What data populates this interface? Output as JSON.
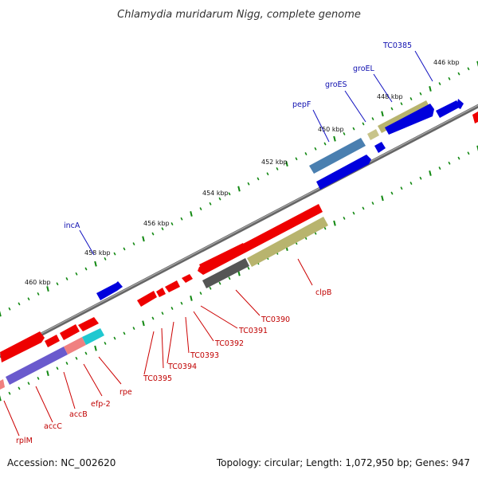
{
  "title": "Chlamydia muridarum Nigg, complete genome",
  "accession": "Accession: NC_002620",
  "summary": "Topology: circular; Length: 1,072,950 bp; Genes: 947",
  "kbp_ticks": [
    "446 kbp",
    "448 kbp",
    "450 kbp",
    "452 kbp",
    "454 kbp",
    "456 kbp",
    "458 kbp",
    "460 kbp"
  ],
  "forward_genes": [
    "TC0385",
    "groEL",
    "groES",
    "pepF",
    "incA"
  ],
  "reverse_genes": [
    "clpB",
    "TC0390",
    "TC0391",
    "TC0392",
    "TC0393",
    "TC0394",
    "TC0395",
    "rpe",
    "efp-2",
    "accB",
    "accC",
    "rplM"
  ],
  "colors": {
    "forward": "#0000dd",
    "reverse": "#ee0000",
    "backbone": "#777777",
    "tick": "#118811",
    "olive": "#b8b46e",
    "steel": "#4a7fb0",
    "dark_gray": "#555555",
    "purple": "#6a5acd",
    "salmon": "#f08080",
    "cyan": "#20c8d0",
    "label_line_fwd": "#1010c0",
    "label_line_rev": "#cc0000"
  }
}
